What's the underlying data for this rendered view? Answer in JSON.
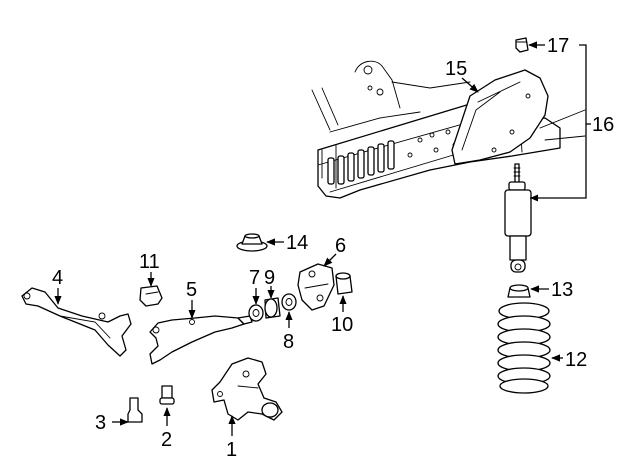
{
  "callouts": [
    {
      "part": "1",
      "label": "1"
    },
    {
      "part": "2",
      "label": "2"
    },
    {
      "part": "3",
      "label": "3"
    },
    {
      "part": "4",
      "label": "4"
    },
    {
      "part": "5",
      "label": "5"
    },
    {
      "part": "6",
      "label": "6"
    },
    {
      "part": "7",
      "label": "7"
    },
    {
      "part": "8",
      "label": "8"
    },
    {
      "part": "9",
      "label": "9"
    },
    {
      "part": "10",
      "label": "10"
    },
    {
      "part": "11",
      "label": "11"
    },
    {
      "part": "12",
      "label": "12"
    },
    {
      "part": "13",
      "label": "13"
    },
    {
      "part": "14",
      "label": "14"
    },
    {
      "part": "15",
      "label": "15"
    },
    {
      "part": "16",
      "label": "16"
    },
    {
      "part": "17",
      "label": "17"
    }
  ],
  "colors": {
    "ink": "#000000",
    "paper": "#ffffff"
  }
}
